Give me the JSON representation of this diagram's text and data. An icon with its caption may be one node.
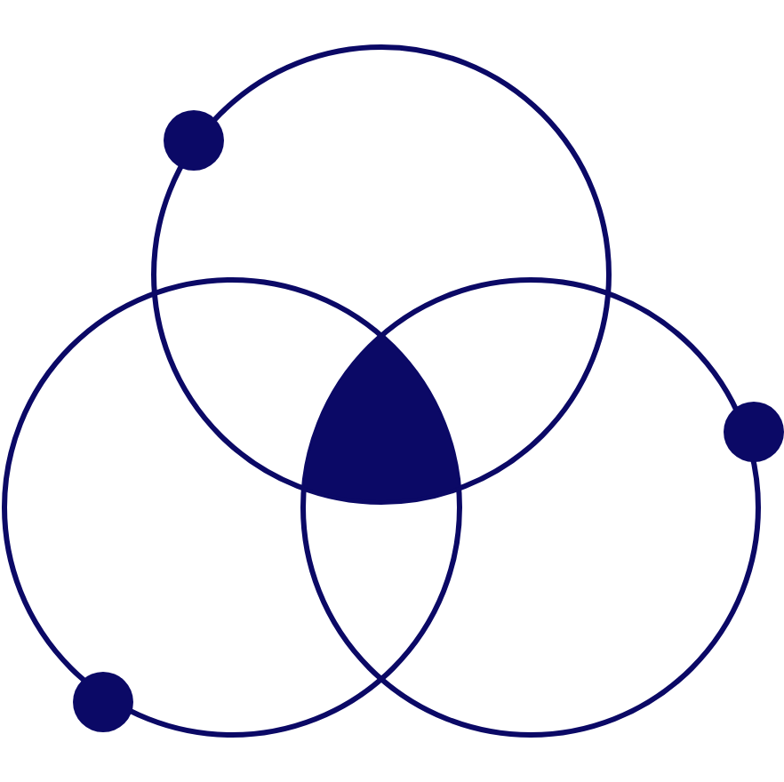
{
  "diagram": {
    "nodes": [
      {
        "text": [],
        "shape": "circle"
      },
      {
        "text": [],
        "shape": "circle"
      },
      {
        "text": [],
        "shape": "circle"
      },
      {
        "text": [],
        "shape": "triangle"
      }
    ]
  }
}
